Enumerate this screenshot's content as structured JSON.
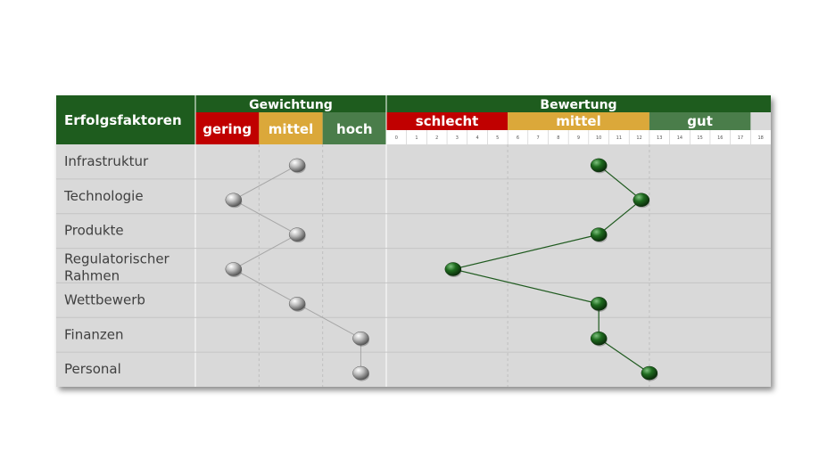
{
  "chart_data": {
    "type": "scatter",
    "row_header": "Erfolgsfaktoren",
    "weighting": {
      "title": "Gewichtung",
      "categories": [
        "gering",
        "mittel",
        "hoch"
      ],
      "colors": [
        "#c00000",
        "#dba83a",
        "#4a7d4a"
      ]
    },
    "rating": {
      "title": "Bewertung",
      "bands": [
        {
          "label": "schlecht",
          "from": 0,
          "to": 6,
          "color": "#c00000"
        },
        {
          "label": "mittel",
          "from": 6,
          "to": 13,
          "color": "#dba83a"
        },
        {
          "label": "gut",
          "from": 13,
          "to": 18,
          "color": "#4a7d4a"
        }
      ],
      "ticks": [
        "0",
        "1",
        "2",
        "3",
        "4",
        "5",
        "6",
        "7",
        "8",
        "9",
        "10",
        "11",
        "12",
        "13",
        "14",
        "15",
        "16",
        "17",
        "18"
      ]
    },
    "rows": [
      {
        "label": "Infrastruktur",
        "weight": 1.1,
        "rating": 10
      },
      {
        "label": "Technologie",
        "weight": 0.1,
        "rating": 12.1
      },
      {
        "label": "Produkte",
        "weight": 1.1,
        "rating": 10
      },
      {
        "label": "Regulatorischer Rahmen",
        "weight": 0.1,
        "rating": 2.8
      },
      {
        "label": "Wettbewerb",
        "weight": 1.1,
        "rating": 10
      },
      {
        "label": "Finanzen",
        "weight": 2.1,
        "rating": 10
      },
      {
        "label": "Personal",
        "weight": 2.1,
        "rating": 12.5
      }
    ]
  },
  "colors": {
    "header_green": "#1e5c1e",
    "body_bg": "#d9d9d9",
    "weight_marker": "#9e9e9e",
    "rating_marker": "#1f6b1f",
    "weight_line": "#a6a6a6",
    "rating_line": "#1f5a1f"
  }
}
